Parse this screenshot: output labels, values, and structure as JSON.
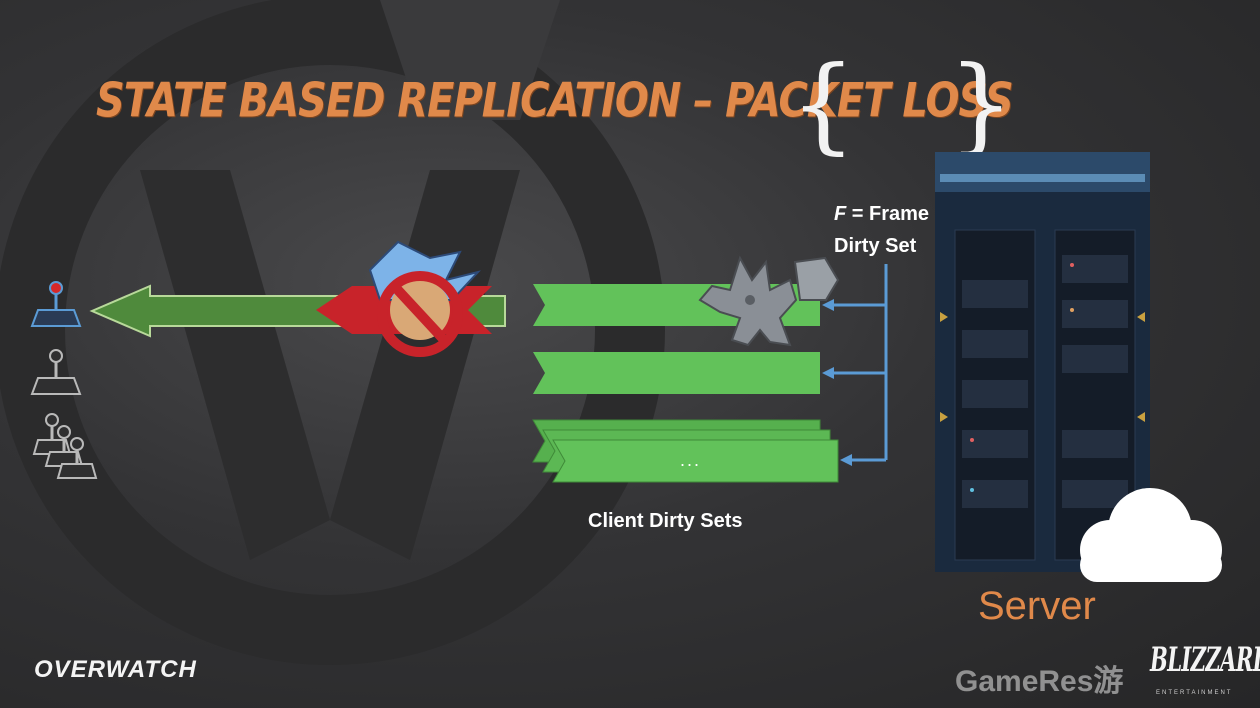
{
  "slide": {
    "title": "STATE BASED REPLICATION – PACKET LOSS",
    "brace_open": "{",
    "brace_close": "}",
    "frame_label_var": "F",
    "frame_label_rest": " = Frame",
    "frame_label_line2": "Dirty Set",
    "client_dirty_sets_label": "Client Dirty Sets",
    "ellipsis": "...",
    "server_label": "Server",
    "brand_logo": "OVERWATCH",
    "watermark": "GameRes",
    "watermark_small": "游",
    "publisher_logo": "BLIZZARD",
    "publisher_sub": "ENTERTAINMENT"
  },
  "icons": {
    "client_primary": "joystick-icon",
    "client_secondary": "joystick-icon",
    "client_group": "joystick-group-icon",
    "blocked": "no-entry-icon",
    "server": "server-rack-icon",
    "cloud": "cloud-icon"
  },
  "colors": {
    "title": "#e0894a",
    "server_label": "#e0894a",
    "dirty_set_fill": "#62c25a",
    "arrow_fill": "#4f8a3c",
    "blocked_red": "#c8232a",
    "connector_blue": "#5b9bd5"
  }
}
